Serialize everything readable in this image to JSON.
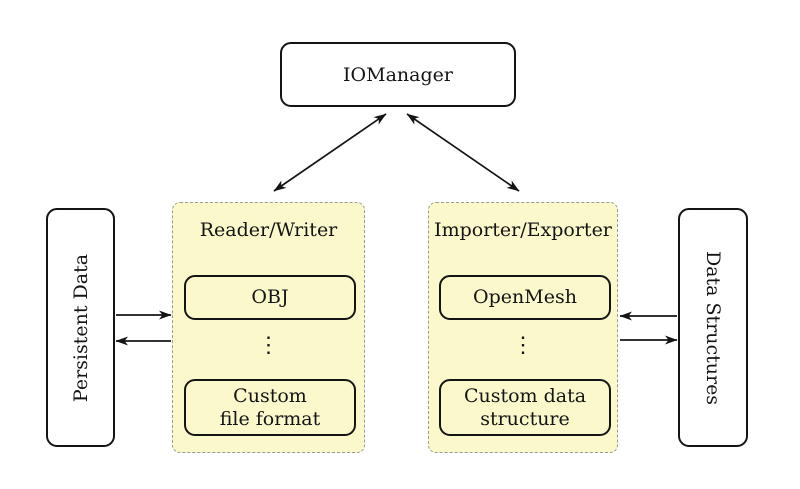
{
  "colors": {
    "background": "#ffffff",
    "container_fill": "#fbf8cc",
    "container_dash_border": "#9a9a96",
    "node_border": "#141414",
    "arrow": "#141414",
    "text": "#141414"
  },
  "nodes": {
    "iomanager": {
      "label": "IOManager"
    },
    "persistent_data": {
      "label": "Persistent Data"
    },
    "data_structures": {
      "label": "Data Structures"
    },
    "reader_writer": {
      "title": "Reader/Writer",
      "ellipsis": "⋮",
      "items": [
        {
          "label": "OBJ"
        },
        {
          "label": "Custom\nfile format"
        }
      ]
    },
    "importer_exporter": {
      "title": "Importer/Exporter",
      "ellipsis": "⋮",
      "items": [
        {
          "label": "OpenMesh"
        },
        {
          "label": "Custom data\nstructure"
        }
      ]
    }
  },
  "edges": [
    {
      "name": "iomanager-reader-writer",
      "direction": "bidirectional"
    },
    {
      "name": "iomanager-importer-exporter",
      "direction": "bidirectional"
    },
    {
      "name": "persistent-data-to-reader-writer",
      "direction": "right"
    },
    {
      "name": "reader-writer-to-persistent-data",
      "direction": "left"
    },
    {
      "name": "data-structures-to-importer-exporter",
      "direction": "left"
    },
    {
      "name": "importer-exporter-to-data-structures",
      "direction": "right"
    }
  ]
}
